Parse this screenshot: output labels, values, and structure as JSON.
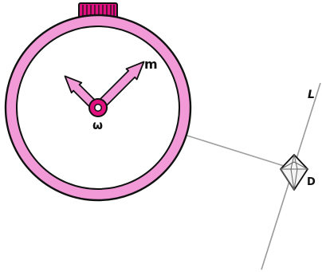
{
  "diagram": {
    "labels": {
      "hand_m": "m",
      "center_w": "ω",
      "line_l": "L",
      "point_d": "D"
    },
    "colors": {
      "clock_pink": "#f29ad8",
      "clock_dark_pink": "#e0117f",
      "outline": "#111111",
      "line_gray": "#9a9a9a",
      "background": "#ffffff"
    },
    "icons": {
      "clock": "stopwatch-icon",
      "crystal": "crystal-diamond-icon"
    }
  }
}
